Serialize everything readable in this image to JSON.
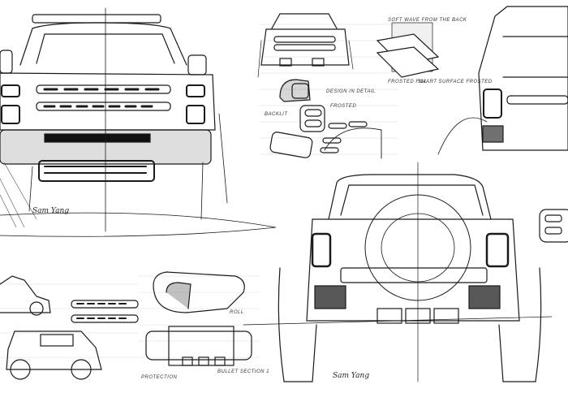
{
  "sheet": {
    "ink_color": "#1a1a1a",
    "paper_color": "#ffffff",
    "rule_color": "#d8dce4"
  },
  "annotations": {
    "soft_wave": "SOFT WAVE FROM THE BACK",
    "frosted_fill": "FROSTED FILL",
    "smart_surface": "SMART SURFACE FROSTED",
    "design_detail": "DESIGN IN DETAIL",
    "backlit": "BACKLIT",
    "frosted": "FROSTED",
    "roll": "ROLL",
    "protection": "PROTECTION",
    "bullet_section": "BULLET SECTION 1"
  },
  "signature": "Sam Yang"
}
